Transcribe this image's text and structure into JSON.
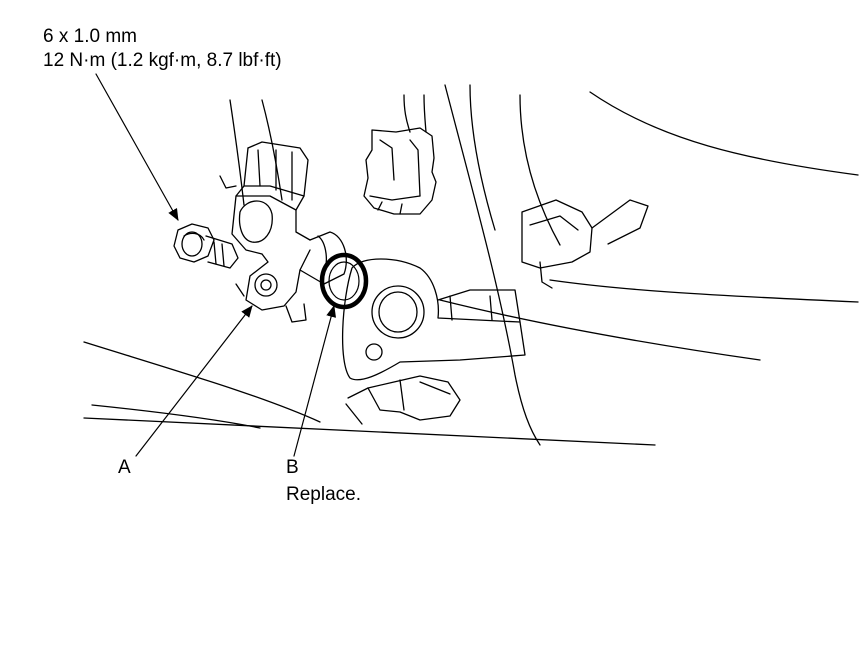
{
  "callouts": {
    "bolt_spec": {
      "size": "6 x 1.0 mm",
      "torque": "12 N·m (1.2 kgf·m, 8.7 lbf·ft)"
    },
    "part_a": {
      "letter": "A"
    },
    "part_b": {
      "letter": "B",
      "note": "Replace."
    }
  }
}
